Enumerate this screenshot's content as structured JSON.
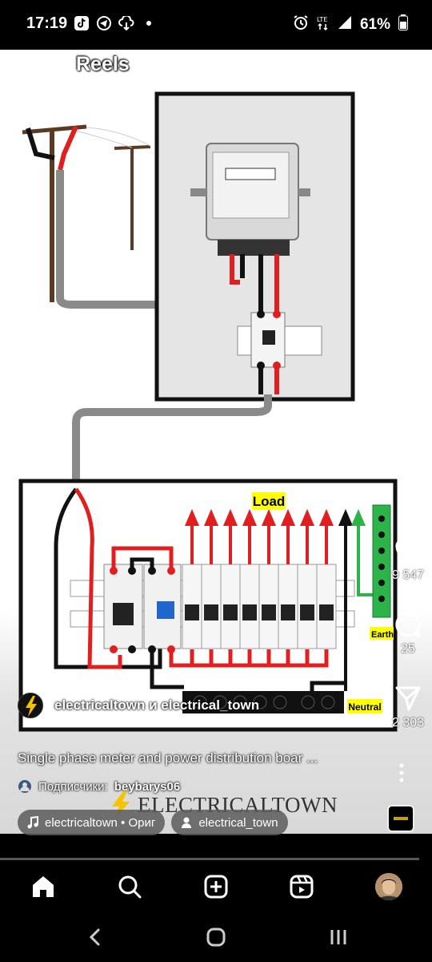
{
  "status_bar": {
    "time": "17:19",
    "battery": "61%",
    "icons_left": [
      "tiktok-icon",
      "telegram-icon",
      "download-icon",
      "dot-icon"
    ],
    "icons_right": [
      "alarm-icon",
      "lte-icon",
      "signal-icon",
      "battery-icon"
    ]
  },
  "header": {
    "title": "Reels"
  },
  "diagram": {
    "load_label": "Load",
    "neutral_label": "Neutral",
    "earth_label": "Earth"
  },
  "actions": {
    "likes": "9 547",
    "comments": "25",
    "shares": "2 303"
  },
  "post": {
    "author": "electricaltown и electrical_town",
    "caption": "Single phase meter and power distribution boar ...",
    "subscribers_prefix": "Подписчики:",
    "subscriber_name": "beybarys06",
    "watermark": "ELECTRICALTOWN",
    "audio_label": "electricaltown • Ориг",
    "collab_label": "electrical_town"
  },
  "colors": {
    "live": "#e02020",
    "neutral_wire": "#111111",
    "earth": "#4caf50",
    "load_label_bg": "#ffff00",
    "neutral_label_bg": "#ffff00"
  }
}
